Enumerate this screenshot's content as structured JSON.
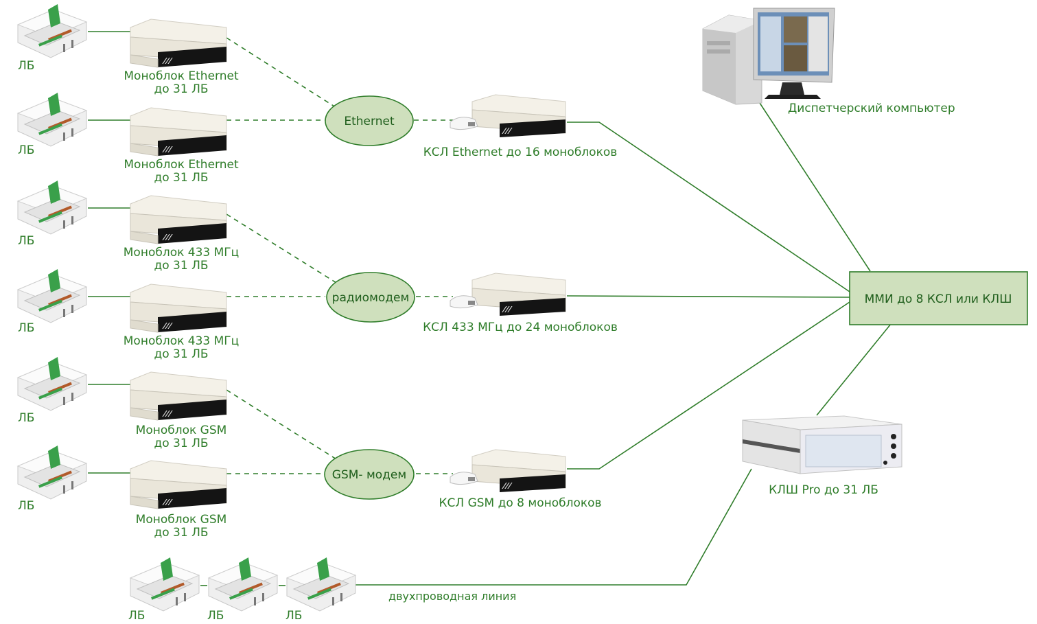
{
  "lb": "ЛБ",
  "monoblocks": [
    {
      "line1": "Моноблок Ethernet",
      "line2": "до 31 ЛБ"
    },
    {
      "line1": "Моноблок Ethernet",
      "line2": "до 31 ЛБ"
    },
    {
      "line1": "Моноблок 433 МГц",
      "line2": "до 31 ЛБ"
    },
    {
      "line1": "Моноблок 433 МГц",
      "line2": "до 31 ЛБ"
    },
    {
      "line1": "Моноблок GSM",
      "line2": "до 31 ЛБ"
    },
    {
      "line1": "Моноблок GSM",
      "line2": "до 31 ЛБ"
    }
  ],
  "hubs": [
    "Ethernet",
    "радиомодем",
    "GSM- модем"
  ],
  "ksl": [
    "КСЛ Ethernet до 16 моноблоков",
    "КСЛ 433 МГц до 24 моноблоков",
    "КСЛ GSM до 8 моноблоков"
  ],
  "mmi": "ММИ до 8 КСЛ или КЛШ",
  "computer": "Диспетчерский компьютер",
  "klsh": "КЛШ Pro до 31 ЛБ",
  "two_wire": "двухпроводная линия",
  "colors": {
    "accent": "#2f7d2a",
    "hub_fill": "#cfe0bd",
    "mmi_fill": "#cfe0bd"
  }
}
